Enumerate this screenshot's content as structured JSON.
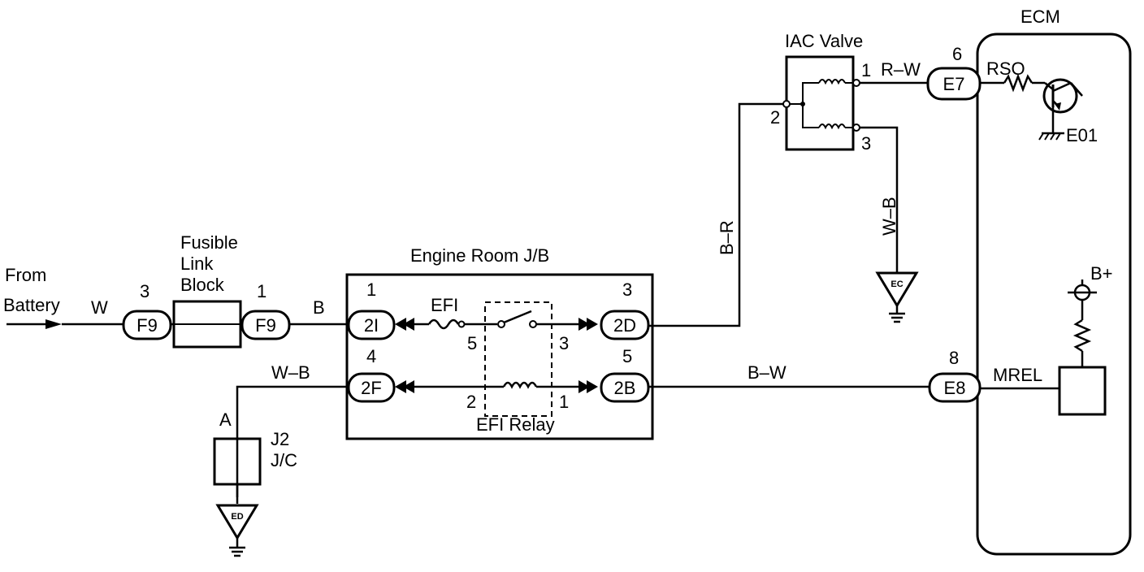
{
  "labels": {
    "from_battery_1": "From",
    "from_battery_2": "Battery",
    "fusible_1": "Fusible",
    "fusible_2": "Link",
    "fusible_3": "Block",
    "engine_room_jb": "Engine Room J/B",
    "iac_valve": "IAC Valve",
    "ecm": "ECM",
    "efi": "EFI",
    "efi_relay": "EFI Relay",
    "j2": "J2",
    "jc": "J/C",
    "rso": "RSO",
    "e01": "E01",
    "mrel": "MREL",
    "bplus": "B+"
  },
  "wires": {
    "w": "W",
    "b": "B",
    "w_b_left": "W–B",
    "b_r": "B–R",
    "w_b_ground": "W–B",
    "r_w": "R–W",
    "b_w": "B–W"
  },
  "connectors": {
    "f9_left": "F9",
    "f9_right": "F9",
    "c2i": "2I",
    "c2f": "2F",
    "c2d": "2D",
    "c2b": "2B",
    "e7": "E7",
    "e8": "E8"
  },
  "pins": {
    "f9_left": "3",
    "f9_right": "1",
    "c2i": "1",
    "c2f": "4",
    "c2d": "3",
    "c2b": "5",
    "relay_5": "5",
    "relay_3": "3",
    "relay_2": "2",
    "relay_1": "1",
    "iac_1": "1",
    "iac_2": "2",
    "iac_3": "3",
    "e7": "6",
    "e8": "8",
    "jc_a": "A"
  },
  "grounds": {
    "ec": "EC",
    "ed": "ED"
  }
}
